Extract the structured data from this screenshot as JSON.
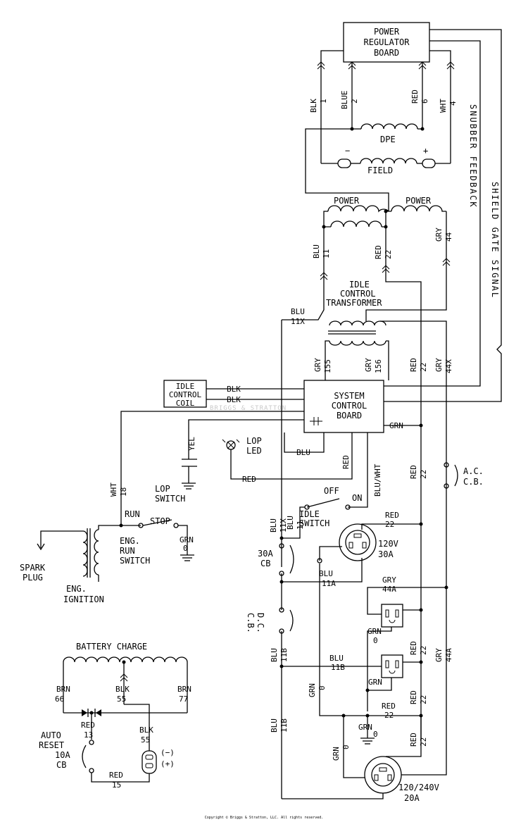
{
  "title_blocks": {
    "power_regulator_board": [
      "POWER",
      "REGULATOR",
      "BOARD"
    ],
    "system_control_board": [
      "SYSTEM",
      "CONTROL",
      "BOARD"
    ],
    "idle_control_coil": [
      "IDLE",
      "CONTROL",
      "COIL"
    ],
    "idle_control_transformer": [
      "IDLE",
      "CONTROL",
      "TRANSFORMER"
    ]
  },
  "components": {
    "dpe": "DPE",
    "field": "FIELD",
    "field_minus": "−",
    "field_plus": "+",
    "power_left": "POWER",
    "power_right": "POWER",
    "lop_led": [
      "LOP",
      "LED"
    ],
    "lop_switch": [
      "LOP",
      "SWITCH"
    ],
    "eng_run_switch": [
      "ENG.",
      "RUN",
      "SWITCH"
    ],
    "eng_ignition": [
      "ENG.",
      "IGNITION"
    ],
    "spark_plug": [
      "SPARK",
      "PLUG"
    ],
    "battery_charge": "BATTERY CHARGE",
    "idle_switch": [
      "IDLE",
      "SWITCH"
    ],
    "idle_off": "OFF",
    "idle_on": "ON",
    "run": "RUN",
    "stop": "STOP",
    "cb_30a": [
      "30A",
      "CB"
    ],
    "dc_cb": [
      "D.C.",
      "C.B."
    ],
    "ac_cb": [
      "A.C.",
      "C.B."
    ],
    "auto_reset": [
      "AUTO",
      "RESET",
      "10A",
      "CB"
    ],
    "outlet_120v": [
      "120V",
      "30A"
    ],
    "outlet_120_240v": [
      "120/240V",
      "20A"
    ],
    "dc_minus": "(−)",
    "dc_plus": "(+)"
  },
  "wires": {
    "blk1": [
      "BLK",
      "1"
    ],
    "blue2": [
      "BLUE",
      "2"
    ],
    "red6": [
      "RED",
      "6"
    ],
    "wht4": [
      "WHT",
      "4"
    ],
    "blu11": [
      "BLU",
      "11"
    ],
    "red22_top": [
      "RED",
      "22"
    ],
    "gry44": [
      "GRY",
      "44"
    ],
    "blu11x_top": [
      "BLU",
      "11X"
    ],
    "gry155": [
      "GRY",
      "155"
    ],
    "gry156": [
      "GRY",
      "156"
    ],
    "red22_mid": [
      "RED",
      "22"
    ],
    "gry44x": [
      "GRY",
      "44X"
    ],
    "blk_coil1": "BLK",
    "blk_coil2": "BLK",
    "grn_scb": "GRN",
    "yel": "YEL",
    "blu_led": "BLU",
    "red_led": "RED",
    "red_scb": "RED",
    "blu_wht": "BLU/WHT",
    "wht18": [
      "WHT",
      "18"
    ],
    "grn0_run": [
      "GRN",
      "0"
    ],
    "red22_low": [
      "RED",
      "22"
    ],
    "blu11x_low": [
      "BLU",
      "11X"
    ],
    "blu11_low": [
      "BLU",
      "11"
    ],
    "red22_outlet": [
      "RED",
      "22"
    ],
    "blu11a": [
      "BLU",
      "11A"
    ],
    "gry44a_top": [
      "GRY",
      "44A"
    ],
    "grn0_gfci1": [
      "GRN",
      "0"
    ],
    "blu11b_mid": [
      "BLU",
      "11B"
    ],
    "blu11b_left": [
      "BLU",
      "11B"
    ],
    "blu11b_low": [
      "BLU",
      "11B"
    ],
    "red22_gfci1": [
      "RED",
      "22"
    ],
    "gry44a_right": [
      "GRY",
      "44A"
    ],
    "grn_gfci2": "GRN",
    "red22_gfci2": [
      "RED",
      "22"
    ],
    "red22_b": [
      "RED",
      "22"
    ],
    "grn0_left": [
      "GRN",
      "0"
    ],
    "grn0_ground": [
      "GRN",
      "0"
    ],
    "grn0_bottom": [
      "GRN",
      "0"
    ],
    "red22_bottom": [
      "RED",
      "22"
    ],
    "brn66": [
      "BRN",
      "66"
    ],
    "blk55_top": [
      "BLK",
      "55"
    ],
    "brn77": [
      "BRN",
      "77"
    ],
    "red13": [
      "RED",
      "13"
    ],
    "blk55_bottom": [
      "BLK",
      "55"
    ],
    "red15": [
      "RED",
      "15"
    ]
  },
  "side_labels": {
    "snubber_feedback": "SNUBBER FEEDBACK",
    "shield_gate_signal": "SHIELD GATE SIGNAL"
  },
  "copyright": "Copyright © Briggs & Stratton, LLC. All rights reserved.",
  "watermark": "BRIGGS & STRATTON"
}
